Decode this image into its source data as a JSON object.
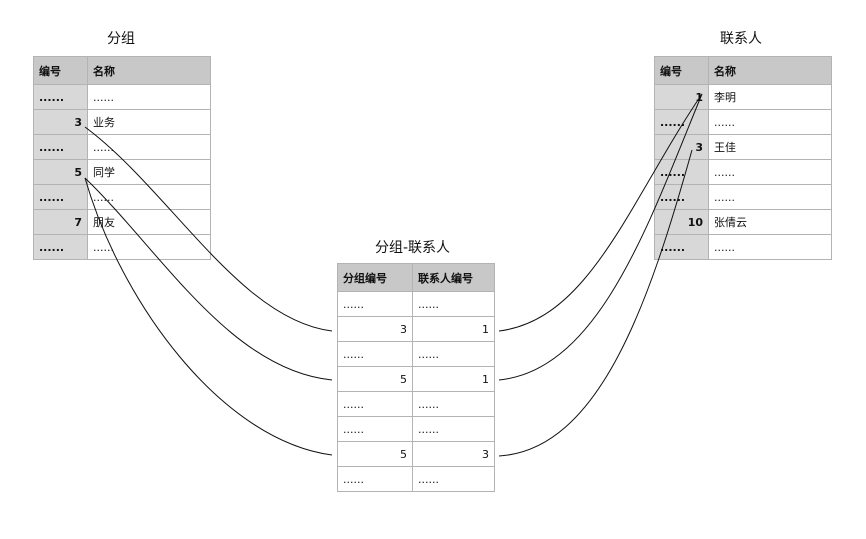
{
  "groups": {
    "title": "分组",
    "headers": [
      "编号",
      "名称"
    ],
    "rows": [
      {
        "id": "......",
        "name": "......"
      },
      {
        "id": "3",
        "name": "业务"
      },
      {
        "id": "......",
        "name": "......"
      },
      {
        "id": "5",
        "name": "同学"
      },
      {
        "id": "......",
        "name": "......"
      },
      {
        "id": "7",
        "name": "朋友"
      },
      {
        "id": "......",
        "name": "......"
      }
    ]
  },
  "contacts": {
    "title": "联系人",
    "headers": [
      "编号",
      "名称"
    ],
    "rows": [
      {
        "id": "1",
        "name": "李明"
      },
      {
        "id": "......",
        "name": "......"
      },
      {
        "id": "3",
        "name": "王佳"
      },
      {
        "id": "......",
        "name": "......"
      },
      {
        "id": "......",
        "name": "......"
      },
      {
        "id": "10",
        "name": "张倩云"
      },
      {
        "id": "......",
        "name": "......"
      }
    ]
  },
  "mapping": {
    "title": "分组-联系人",
    "headers": [
      "分组编号",
      "联系人编号"
    ],
    "rows": [
      {
        "group_id": "......",
        "contact_id": "......"
      },
      {
        "group_id": "3",
        "contact_id": "1"
      },
      {
        "group_id": "......",
        "contact_id": "......"
      },
      {
        "group_id": "5",
        "contact_id": "1"
      },
      {
        "group_id": "......",
        "contact_id": "......"
      },
      {
        "group_id": "......",
        "contact_id": "......"
      },
      {
        "group_id": "5",
        "contact_id": "3"
      },
      {
        "group_id": "......",
        "contact_id": "......"
      }
    ]
  }
}
